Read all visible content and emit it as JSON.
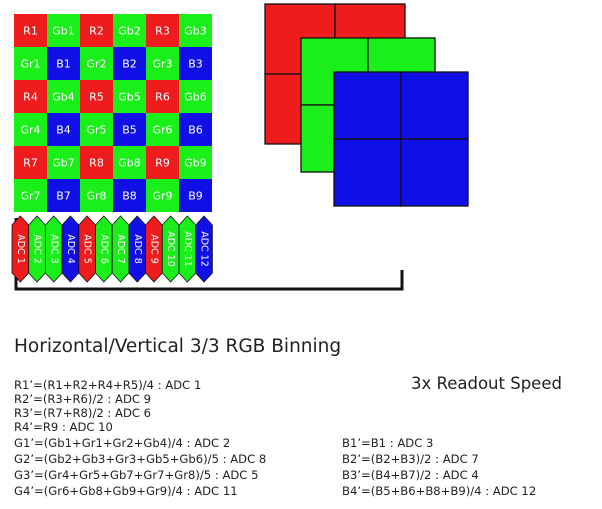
{
  "grid": {
    "cells": [
      [
        "R1",
        "Gb1",
        "R2",
        "Gb2",
        "R3",
        "Gb3"
      ],
      [
        "Gr1",
        "B1",
        "Gr2",
        "B2",
        "Gr3",
        "B3"
      ],
      [
        "R4",
        "Gb4",
        "R5",
        "Gb5",
        "R6",
        "Gb6"
      ],
      [
        "Gr4",
        "B4",
        "Gr5",
        "B5",
        "Gr6",
        "B6"
      ],
      [
        "R7",
        "Gb7",
        "R8",
        "Gb8",
        "R9",
        "Gb9"
      ],
      [
        "Gr7",
        "B7",
        "Gr8",
        "B8",
        "Gr9",
        "B9"
      ]
    ]
  },
  "adcs": [
    {
      "label": "ADC 1",
      "color": "red"
    },
    {
      "label": "ADC 2",
      "color": "green"
    },
    {
      "label": "ADC 3",
      "color": "green"
    },
    {
      "label": "ADC 4",
      "color": "blue"
    },
    {
      "label": "ADC 5",
      "color": "red"
    },
    {
      "label": "ADC 6",
      "color": "green"
    },
    {
      "label": "ADC 7",
      "color": "green"
    },
    {
      "label": "ADC 8",
      "color": "blue"
    },
    {
      "label": "ADC 9",
      "color": "red"
    },
    {
      "label": "ADC 10",
      "color": "green"
    },
    {
      "label": "ADC 11",
      "color": "green"
    },
    {
      "label": "ADC 12",
      "color": "blue"
    }
  ],
  "planes": [
    "red",
    "green",
    "blue"
  ],
  "colors": {
    "red": "#ee1c1c",
    "green": "#1aef1a",
    "blue": "#1010e6",
    "line": "#111111",
    "cell_text": "#ffffff"
  },
  "title": "Horizontal/Vertical 3/3 RGB Binning",
  "speed": "3x Readout Speed",
  "equations_left": [
    "R1’=(R1+R2+R4+R5)/4 : ADC 1",
    "R2’=(R3+R6)/2 : ADC 9",
    "R3’=(R7+R8)/2 : ADC 6",
    "R4’=R9 : ADC 10",
    "G1’=(Gb1+Gr1+Gr2+Gb4)/4 : ADC 2",
    "G2’=(Gb2+Gb3+Gr3+Gb5+Gb6)/5 : ADC 8",
    "G3’=(Gr4+Gr5+Gb7+Gr7+Gr8)/5 : ADC 5",
    "G4’=(Gr6+Gb8+Gb9+Gr9)/4 : ADC 11"
  ],
  "equations_right": [
    "B1’=B1 : ADC 3",
    "B2’=(B2+B3)/2 : ADC 7",
    "B3’=(B4+B7)/2 : ADC 4",
    "B4’=(B5+B6+B8+B9)/4 : ADC 12"
  ]
}
